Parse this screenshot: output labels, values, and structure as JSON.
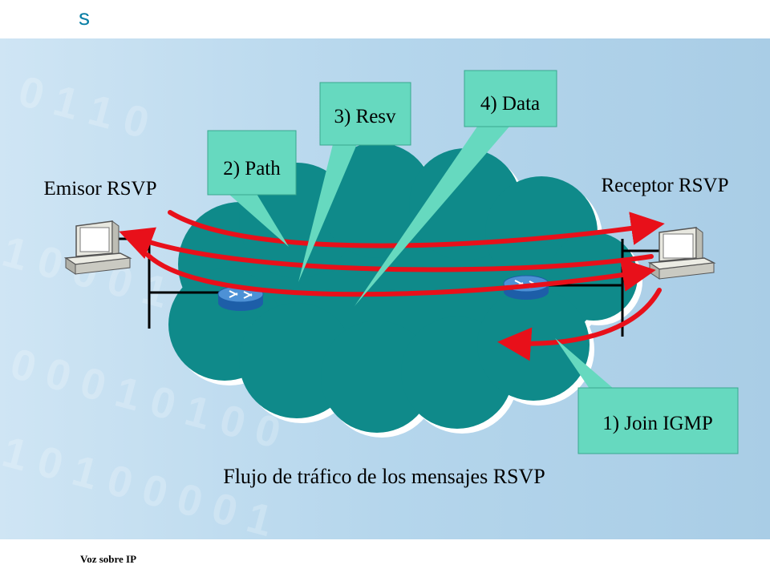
{
  "header": {
    "corner_letter": "s"
  },
  "footer": {
    "text": "Voz sobre IP"
  },
  "diagram": {
    "title": "Flujo de tráfico de los mensajes RSVP",
    "sender_label": "Emisor RSVP",
    "receiver_label": "Receptor RSVP",
    "callouts": {
      "join": "1) Join IGMP",
      "path": "2) Path",
      "resv": "3) Resv",
      "data": "4) Data"
    },
    "colors": {
      "cloud": "#0f8a8a",
      "callout_fill": "#66d9bf",
      "arrow": "#e8101a",
      "background": "#b7d8ee"
    }
  }
}
